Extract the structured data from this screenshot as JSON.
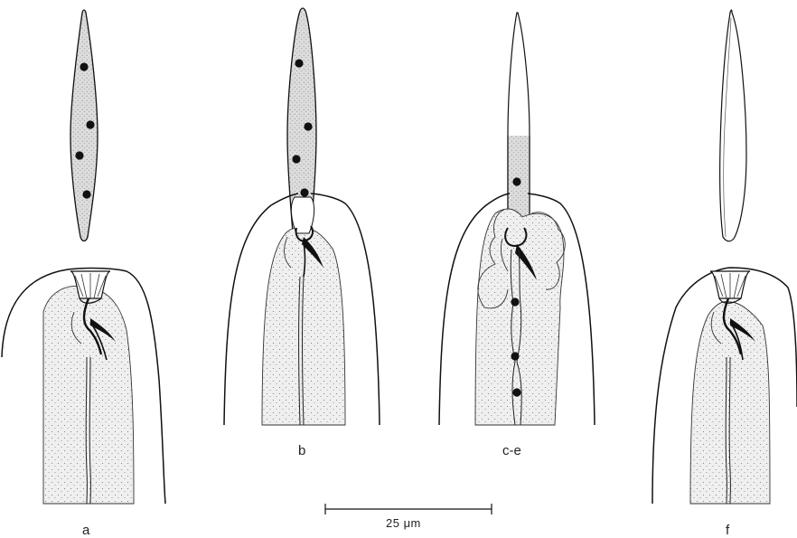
{
  "figure": {
    "panels": [
      {
        "id": "a",
        "label": "a"
      },
      {
        "id": "b",
        "label": "b"
      },
      {
        "id": "ce",
        "label": "c-e"
      },
      {
        "id": "f",
        "label": "f"
      }
    ],
    "scale_bar": {
      "label": "25 μm"
    }
  }
}
